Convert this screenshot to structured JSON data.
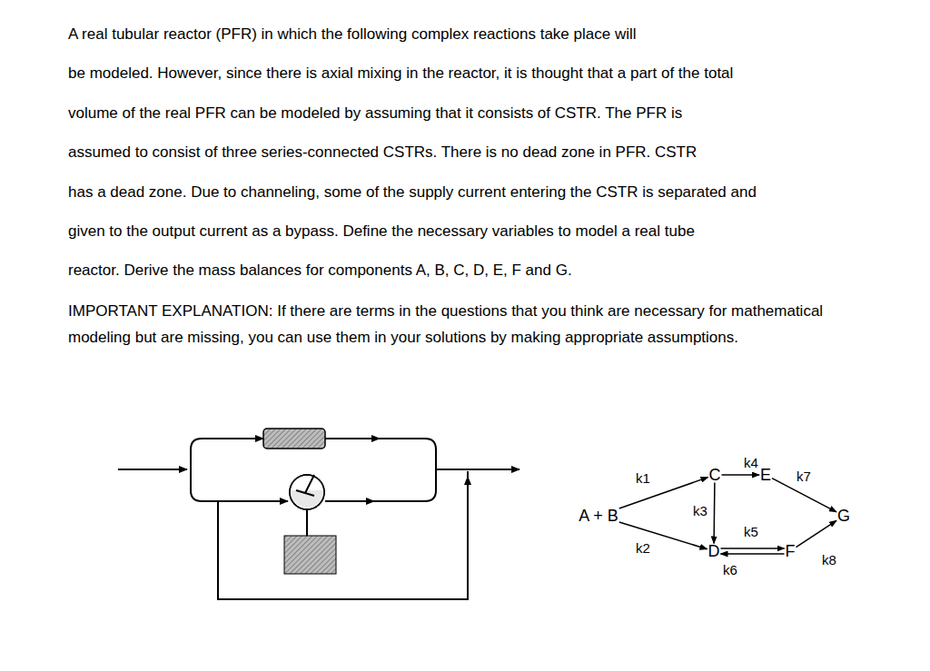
{
  "diagram": {
    "nodes": [
      {
        "text": [
          "A + B"
        ]
      },
      {
        "text": [
          "C"
        ]
      },
      {
        "text": [
          "D"
        ]
      },
      {
        "text": [
          "E"
        ]
      },
      {
        "text": [
          "F"
        ]
      },
      {
        "text": [
          "G"
        ]
      }
    ],
    "edges": [
      {
        "from": 0,
        "to": 1,
        "arrow": "to",
        "label": "k1"
      },
      {
        "from": 0,
        "to": 2,
        "arrow": "to",
        "label": "k2"
      },
      {
        "from": 1,
        "to": 2,
        "arrow": "to",
        "label": "k3"
      },
      {
        "from": 1,
        "to": 3,
        "arrow": "to",
        "label": "k4"
      },
      {
        "from": 2,
        "to": 4,
        "arrow": "to",
        "label": "k5"
      },
      {
        "from": 4,
        "to": 2,
        "arrow": "to",
        "label": "k6"
      },
      {
        "from": 3,
        "to": 5,
        "arrow": "to",
        "label": "k7"
      },
      {
        "from": 4,
        "to": 5,
        "arrow": "to",
        "label": "k8"
      }
    ],
    "labels": [
      "A real tubular reactor (PFR) in which the following complex reactions take place will",
      "be modeled. However, since there is axial mixing in the reactor, it is thought that a part of the total",
      "volume of the real PFR can be modeled by assuming that it consists of CSTR. The PFR is",
      "assumed to consist of three series-connected CSTRs. There is no dead zone in PFR. CSTR",
      "has a dead zone. Due to channeling, some of the supply current entering the CSTR is separated and",
      "given to the output current as a bypass. Define the necessary variables to model a real tube",
      "reactor. Derive the mass balances for components A, B, C, D, E, F and G.",
      "IMPORTANT EXPLANATION: If there are terms in the questions that you think are necessary for mathematical modeling but are missing, you can use them in your solutions by making appropriate assumptions."
    ]
  }
}
